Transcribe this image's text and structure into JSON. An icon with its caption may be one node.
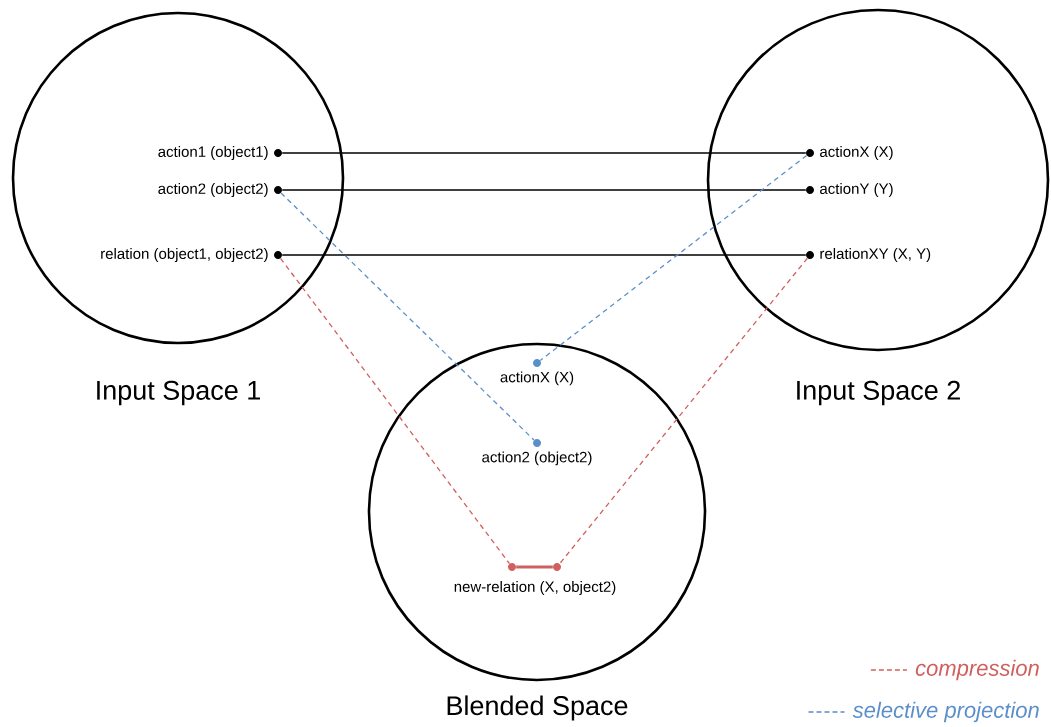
{
  "diagram": {
    "nodes": [
      {
        "text": [
          "Input Space 1"
        ]
      },
      {
        "text": [
          "action1 (object1)"
        ],
        "in": 0
      },
      {
        "text": [
          "action2 (object2)"
        ],
        "in": 0
      },
      {
        "text": [
          "relation (object1, object2)"
        ],
        "in": 0
      },
      {
        "text": [
          "Input Space 2"
        ]
      },
      {
        "text": [
          "actionX (X)"
        ],
        "in": 4
      },
      {
        "text": [
          "actionY (Y)"
        ],
        "in": 4
      },
      {
        "text": [
          "relationXY (X, Y)"
        ],
        "in": 4
      },
      {
        "text": [
          "Blended Space"
        ]
      },
      {
        "text": [
          "actionX (X)"
        ],
        "in": 8
      },
      {
        "text": [
          "action2 (object2)"
        ],
        "in": 8
      },
      {
        "text": [],
        "shape": "circle",
        "in": 8
      },
      {
        "text": [],
        "shape": "circle",
        "in": 8
      },
      {
        "text": [
          "new-relation (X, object2)"
        ],
        "in": 8
      }
    ],
    "edges": [
      {
        "from": 1,
        "to": 5,
        "arrow": "none"
      },
      {
        "from": 2,
        "to": 6,
        "arrow": "none"
      },
      {
        "from": 3,
        "to": 7,
        "arrow": "none"
      },
      {
        "from": 5,
        "to": 9,
        "arrow": "none",
        "style": "dashed",
        "color": "#5b8fc9"
      },
      {
        "from": 2,
        "to": 10,
        "arrow": "none",
        "style": "dashed",
        "color": "#5b8fc9"
      },
      {
        "from": 3,
        "to": 11,
        "arrow": "none",
        "style": "dashed",
        "color": "#d0605e"
      },
      {
        "from": 7,
        "to": 12,
        "arrow": "none",
        "style": "dashed",
        "color": "#d0605e"
      },
      {
        "from": 11,
        "to": 12,
        "arrow": "none",
        "style": "thick",
        "color": "#d0605e"
      }
    ],
    "legend": [
      {
        "text": "compression",
        "color": "#d0605e"
      },
      {
        "text": "selective projection",
        "color": "#5b8fc9"
      }
    ]
  }
}
